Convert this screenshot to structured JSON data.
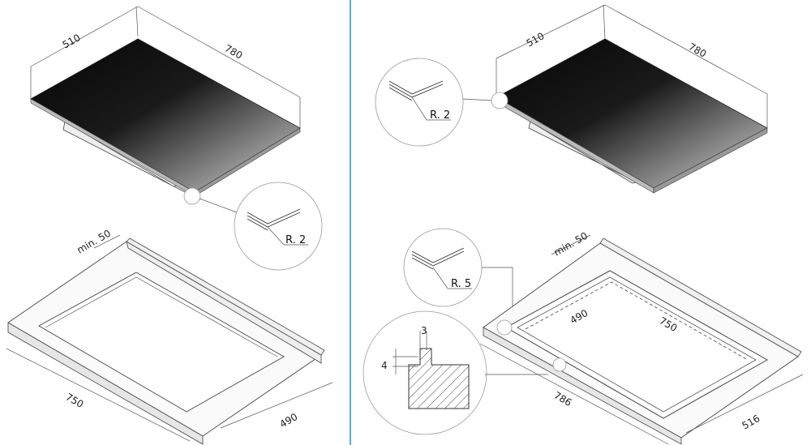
{
  "divider_color": "#1f8fc8",
  "left": {
    "hob_width": "780",
    "hob_depth": "510",
    "detail_radius": "R. 2",
    "min_clearance": "min. 50",
    "cutout_length": "750",
    "cutout_depth": "490"
  },
  "right": {
    "hob_width": "780",
    "hob_depth": "510",
    "detail_radius_top": "R. 2",
    "detail_radius_bottom": "R. 5",
    "min_clearance": "min. 50",
    "inner_depth": "490",
    "inner_length": "750",
    "outer_length": "786",
    "outer_depth": "516",
    "rebate_width": "3",
    "rebate_depth": "4"
  }
}
